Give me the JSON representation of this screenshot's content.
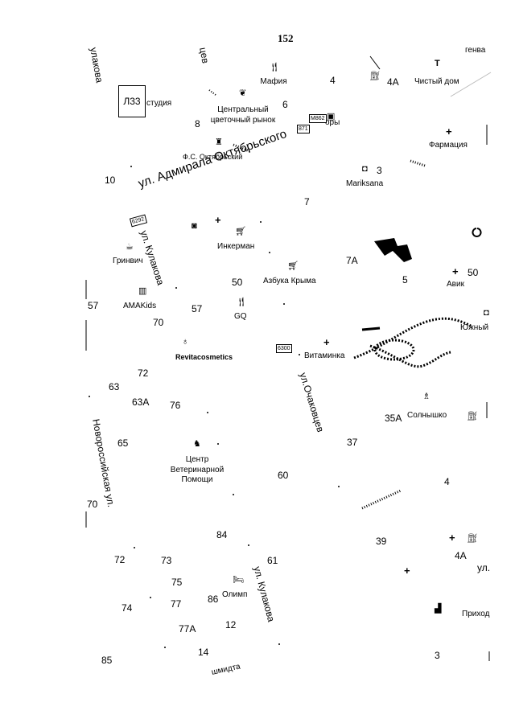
{
  "page_number": "152",
  "grid_cell": "Л33",
  "streets": {
    "admirala": "ул. Адмирала Октябрьского",
    "kulakova_mid": "ул. Кулакова",
    "kulakova_bottom": "ул. Кулакова",
    "kulakova_top": "улакова",
    "ochakovtsev": "ул.Очаковцев",
    "novorossiyskaya": "Новороссийская ул.",
    "tsev": "цев",
    "shmidta": "шмидта",
    "ul_right": "ул."
  },
  "pois": {
    "mafia": "Мафия",
    "studio": "студия",
    "flower_market": "Центральный\nцветочный рынок",
    "ory": "оры",
    "chisty_dom": "Чистый дом",
    "gen": "генва",
    "farmacia": "Фармация",
    "fs_oktyabrsky": "Ф.С. Октябрьский",
    "mariksana": "Mariksana",
    "inkerman": "Инкерман",
    "grinvich": "Гринвич",
    "azbuka": "Азбука Крыма",
    "avik": "Авик",
    "amakids": "AMAKids",
    "gq": "GQ",
    "yuzhny": "Южный",
    "revita": "Revitacosmetics",
    "vitaminka": "Витаминка",
    "solnyshko": "Солнышко",
    "vet_center": "Центр\nВетеринарной\nПомощи",
    "olimp": "Олимп",
    "prihod": "Приход"
  },
  "route_badges": [
    "М862",
    "871",
    "6292",
    "6300"
  ],
  "house_numbers": {
    "n4a_top": "4А",
    "n4_top": "4",
    "n6": "6",
    "n8": "8",
    "n3_top": "3",
    "n10": "10",
    "n7": "7",
    "n7a": "7А",
    "n5": "5",
    "n50a": "50",
    "n50b": "50",
    "n57a": "57",
    "n57b": "57",
    "n70a": "70",
    "n72a": "72",
    "n63": "63",
    "n63a": "63А",
    "n76": "76",
    "n35a": "35А",
    "n65": "65",
    "n37": "37",
    "n60": "60",
    "n4_right": "4",
    "n70b": "70",
    "n84": "84",
    "n39": "39",
    "n72b": "72",
    "n73": "73",
    "n61": "61",
    "n4a_bottom": "4А",
    "n75": "75",
    "n74": "74",
    "n77": "77",
    "n86": "86",
    "n77a": "77А",
    "n12": "12",
    "n14": "14",
    "n85": "85",
    "n3_bottom": "3"
  },
  "icons": {
    "restaurant": "fork-knife-icon",
    "flower": "flower-icon",
    "pharmacy": "pharmacy-cross-icon",
    "shop": "shopping-cart-icon",
    "bag": "shopping-bag-icon",
    "cafe": "coffee-icon",
    "vet": "dog-icon",
    "hotel": "bed-icon",
    "fuel": "fuel-pump-icon",
    "cosmetics": "perfume-icon",
    "child": "kindergarten-icon",
    "laundry": "laundry-icon"
  }
}
